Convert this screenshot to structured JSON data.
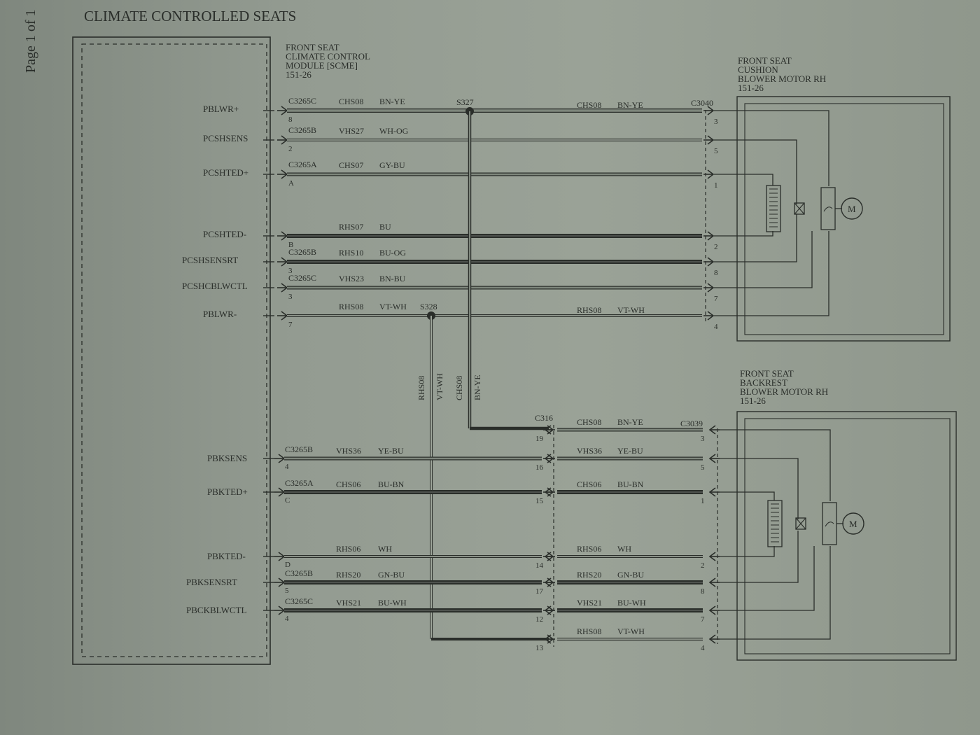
{
  "side_text": "Page 1 of 1",
  "title": "CLIMATE CONTROLLED SEATS",
  "module": {
    "lines": [
      "FRONT SEAT",
      "CLIMATE CONTROL",
      "MODULE [SCME]",
      "151-26"
    ]
  },
  "cushion_motor": {
    "lines": [
      "FRONT SEAT",
      "CUSHION",
      "BLOWER MOTOR RH",
      "151-26"
    ],
    "connector": "C3040",
    "motor_letter": "M"
  },
  "backrest_motor": {
    "lines": [
      "FRONT SEAT",
      "BACKREST",
      "BLOWER MOTOR RH",
      "151-26"
    ],
    "connector": "C3039",
    "motor_letter": "M"
  },
  "inline_connector": "C316",
  "splices": [
    "S327",
    "S328"
  ],
  "vertical_labels": [
    "RHS08",
    "VT-WH",
    "CHS08",
    "BN-YE"
  ],
  "cushion_wires": [
    {
      "pin_name": "PBLWR+",
      "connector": "C3265C",
      "pin": "8",
      "circuit": "CHS08",
      "color": "BN-YE",
      "right_circuit": "CHS08",
      "right_color": "BN-YE",
      "motor_pin": "3",
      "weight": "thick"
    },
    {
      "pin_name": "PCSHSENS",
      "connector": "C3265B",
      "pin": "2",
      "circuit": "VHS27",
      "color": "WH-OG",
      "right_circuit": "",
      "right_color": "",
      "motor_pin": "5",
      "weight": "thin"
    },
    {
      "pin_name": "PCSHTED+",
      "connector": "C3265A",
      "pin": "A",
      "circuit": "CHS07",
      "color": "GY-BU",
      "right_circuit": "",
      "right_color": "",
      "motor_pin": "1",
      "weight": "medium"
    },
    {
      "pin_name": "PCSHTED-",
      "connector": "",
      "pin": "B",
      "circuit": "RHS07",
      "color": "BU",
      "right_circuit": "",
      "right_color": "",
      "motor_pin": "2",
      "weight": "bold"
    },
    {
      "pin_name": "PCSHSENSRT",
      "connector": "C3265B",
      "pin": "3",
      "circuit": "RHS10",
      "color": "BU-OG",
      "right_circuit": "",
      "right_color": "",
      "motor_pin": "8",
      "weight": "bold"
    },
    {
      "pin_name": "PCSHCBLWCTL",
      "connector": "C3265C",
      "pin": "3",
      "circuit": "VHS23",
      "color": "BN-BU",
      "right_circuit": "",
      "right_color": "",
      "motor_pin": "7",
      "weight": "medium"
    },
    {
      "pin_name": "PBLWR-",
      "connector": "",
      "pin": "7",
      "circuit": "RHS08",
      "color": "VT-WH",
      "right_circuit": "RHS08",
      "right_color": "VT-WH",
      "motor_pin": "4",
      "weight": "thin"
    }
  ],
  "backrest_wires": [
    {
      "pin_name": "",
      "connector": "",
      "pin": "",
      "circuit": "",
      "color": "",
      "c316_pin": "19",
      "right_circuit": "CHS08",
      "right_color": "BN-YE",
      "motor_pin": "3",
      "weight": "medium"
    },
    {
      "pin_name": "PBKSENS",
      "connector": "C3265B",
      "pin": "4",
      "circuit": "VHS36",
      "color": "YE-BU",
      "c316_pin": "16",
      "right_circuit": "VHS36",
      "right_color": "YE-BU",
      "motor_pin": "5",
      "weight": "medium"
    },
    {
      "pin_name": "PBKTED+",
      "connector": "C3265A",
      "pin": "C",
      "circuit": "CHS06",
      "color": "BU-BN",
      "c316_pin": "15",
      "right_circuit": "CHS06",
      "right_color": "BU-BN",
      "motor_pin": "1",
      "weight": "bold"
    },
    {
      "pin_name": "PBKTED-",
      "connector": "",
      "pin": "D",
      "circuit": "RHS06",
      "color": "WH",
      "c316_pin": "14",
      "right_circuit": "RHS06",
      "right_color": "WH",
      "motor_pin": "2",
      "weight": "thin"
    },
    {
      "pin_name": "PBKSENSRT",
      "connector": "C3265B",
      "pin": "5",
      "circuit": "RHS20",
      "color": "GN-BU",
      "c316_pin": "17",
      "right_circuit": "RHS20",
      "right_color": "GN-BU",
      "motor_pin": "8",
      "weight": "bold"
    },
    {
      "pin_name": "PBCKBLWCTL",
      "connector": "C3265C",
      "pin": "4",
      "circuit": "VHS21",
      "color": "BU-WH",
      "c316_pin": "12",
      "right_circuit": "VHS21",
      "right_color": "BU-WH",
      "motor_pin": "7",
      "weight": "bold"
    },
    {
      "pin_name": "",
      "connector": "",
      "pin": "",
      "circuit": "",
      "color": "",
      "c316_pin": "13",
      "right_circuit": "RHS08",
      "right_color": "VT-WH",
      "motor_pin": "4",
      "weight": "thin"
    }
  ],
  "colors": {
    "paper": "#959d92",
    "ink": "#2a2e2a",
    "wire_dark": "#1f221f"
  }
}
